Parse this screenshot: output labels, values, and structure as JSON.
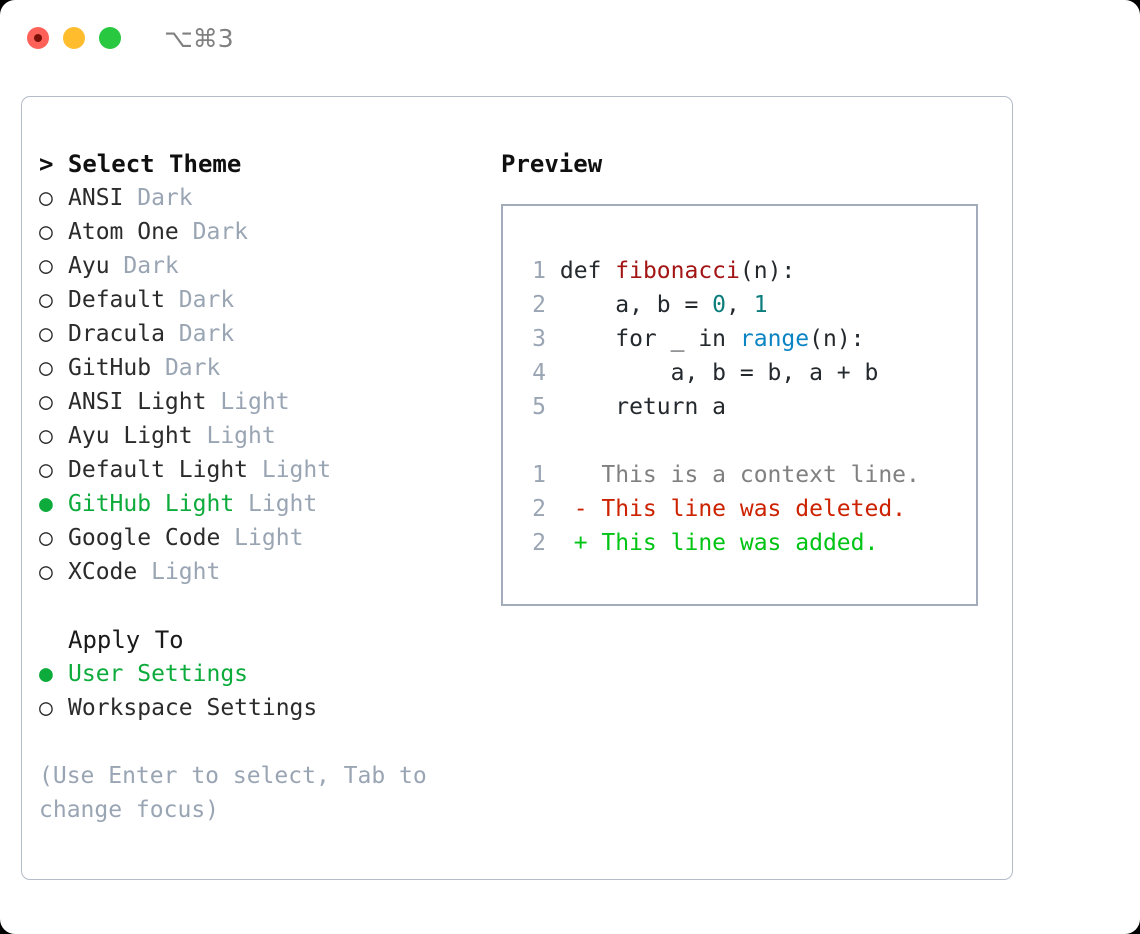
{
  "titlebar": {
    "shortcut": "⌥⌘3",
    "lights": [
      {
        "name": "close",
        "color": "#ff6159"
      },
      {
        "name": "minimize",
        "color": "#ffbd2e"
      },
      {
        "name": "maximize",
        "color": "#28c840"
      }
    ]
  },
  "theme_picker": {
    "heading": "> Select Theme",
    "bullet_selected": "●",
    "bullet_unselected": "○",
    "items": [
      {
        "label": "ANSI",
        "kind": "Dark",
        "selected": false
      },
      {
        "label": "Atom One",
        "kind": "Dark",
        "selected": false
      },
      {
        "label": "Ayu",
        "kind": "Dark",
        "selected": false
      },
      {
        "label": "Default",
        "kind": "Dark",
        "selected": false
      },
      {
        "label": "Dracula",
        "kind": "Dark",
        "selected": false
      },
      {
        "label": "GitHub",
        "kind": "Dark",
        "selected": false
      },
      {
        "label": "ANSI Light",
        "kind": "Light",
        "selected": false
      },
      {
        "label": "Ayu Light",
        "kind": "Light",
        "selected": false
      },
      {
        "label": "Default Light",
        "kind": "Light",
        "selected": false
      },
      {
        "label": "GitHub Light",
        "kind": "Light",
        "selected": true
      },
      {
        "label": "Google Code",
        "kind": "Light",
        "selected": false
      },
      {
        "label": "XCode",
        "kind": "Light",
        "selected": false
      }
    ]
  },
  "apply_to": {
    "heading": "Apply To",
    "items": [
      {
        "label": "User Settings",
        "selected": true
      },
      {
        "label": "Workspace Settings",
        "selected": false
      }
    ]
  },
  "hint": "(Use Enter to select, Tab to change focus)",
  "preview": {
    "title": "Preview",
    "code_lines": [
      {
        "number": "1",
        "tokens": [
          {
            "text": " def ",
            "style": "plain"
          },
          {
            "text": "fibonacci",
            "style": "fn"
          },
          {
            "text": "(n):",
            "style": "plain"
          }
        ]
      },
      {
        "number": "2",
        "tokens": [
          {
            "text": "     a, b = ",
            "style": "plain"
          },
          {
            "text": "0",
            "style": "num"
          },
          {
            "text": ", ",
            "style": "plain"
          },
          {
            "text": "1",
            "style": "num"
          }
        ]
      },
      {
        "number": "3",
        "tokens": [
          {
            "text": "     for _ in ",
            "style": "plain"
          },
          {
            "text": "range",
            "style": "call"
          },
          {
            "text": "(n):",
            "style": "plain"
          }
        ]
      },
      {
        "number": "4",
        "tokens": [
          {
            "text": "         a, b = b, a + b",
            "style": "plain"
          }
        ]
      },
      {
        "number": "5",
        "tokens": [
          {
            "text": "     return a",
            "style": "plain"
          }
        ]
      },
      {
        "number": "",
        "tokens": []
      },
      {
        "number": "1",
        "tokens": [
          {
            "text": "    This is a context line.",
            "style": "ctx"
          }
        ]
      },
      {
        "number": "2",
        "tokens": [
          {
            "text": "  - This line was deleted.",
            "style": "del"
          }
        ]
      },
      {
        "number": "2",
        "tokens": [
          {
            "text": "  + This line was added.",
            "style": "add"
          }
        ]
      }
    ]
  },
  "colors": {
    "accent_green": "#0cab3b",
    "muted": "#9aa5b4",
    "border": "#b4bcc8",
    "preview_border": "#a3acba",
    "fn_red": "#a31515",
    "number_teal": "#0b7d7d",
    "call_blue": "#0b84c4",
    "diff_deleted": "#cc2200",
    "diff_added": "#00c414"
  }
}
